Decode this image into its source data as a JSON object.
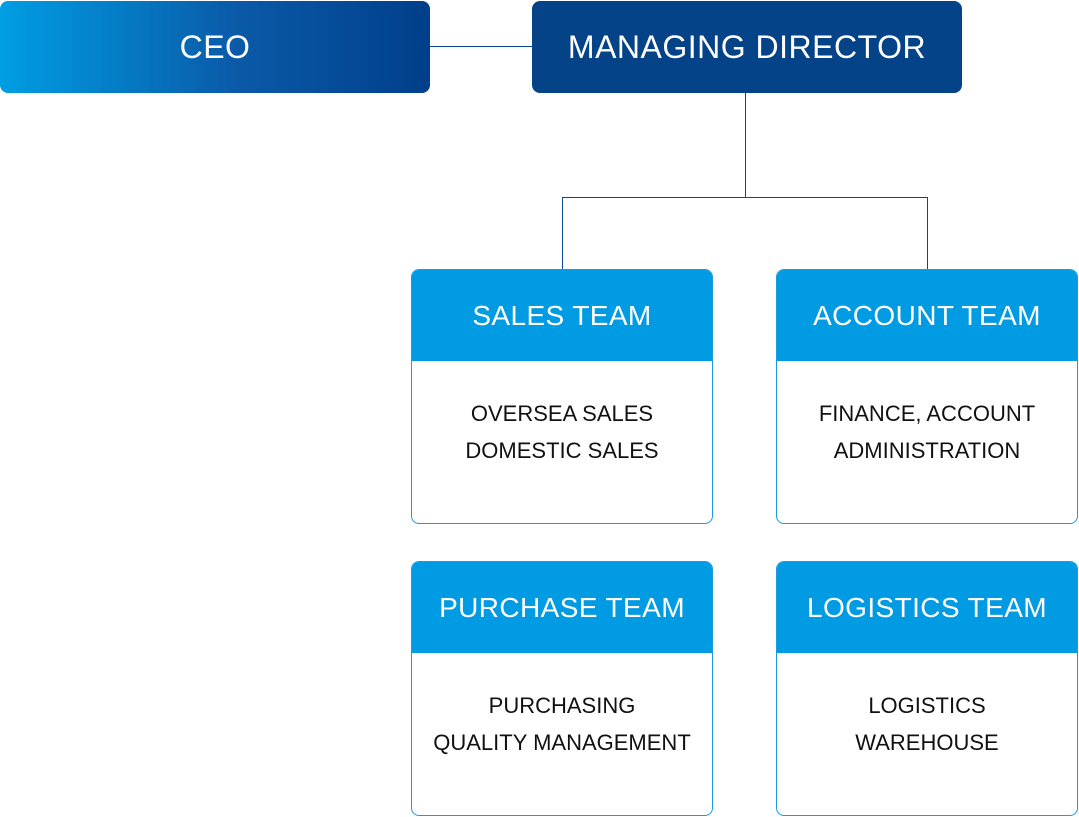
{
  "top": {
    "ceo": "CEO",
    "managing_director": "MANAGING DIRECTOR"
  },
  "teams": {
    "sales": {
      "title": "SALES TEAM",
      "items": [
        "OVERSEA SALES",
        "DOMESTIC SALES"
      ]
    },
    "account": {
      "title": "ACCOUNT TEAM",
      "items": [
        "FINANCE, ACCOUNT",
        "ADMINISTRATION"
      ]
    },
    "purchase": {
      "title": "PURCHASE TEAM",
      "items": [
        "PURCHASING",
        "QUALITY MANAGEMENT"
      ]
    },
    "logistics": {
      "title": "LOGISTICS TEAM",
      "items": [
        "LOGISTICS",
        "WAREHOUSE"
      ]
    }
  },
  "colors": {
    "managing_director": "#054389",
    "team_header": "#019be3",
    "connector": "#0a4a8c"
  }
}
